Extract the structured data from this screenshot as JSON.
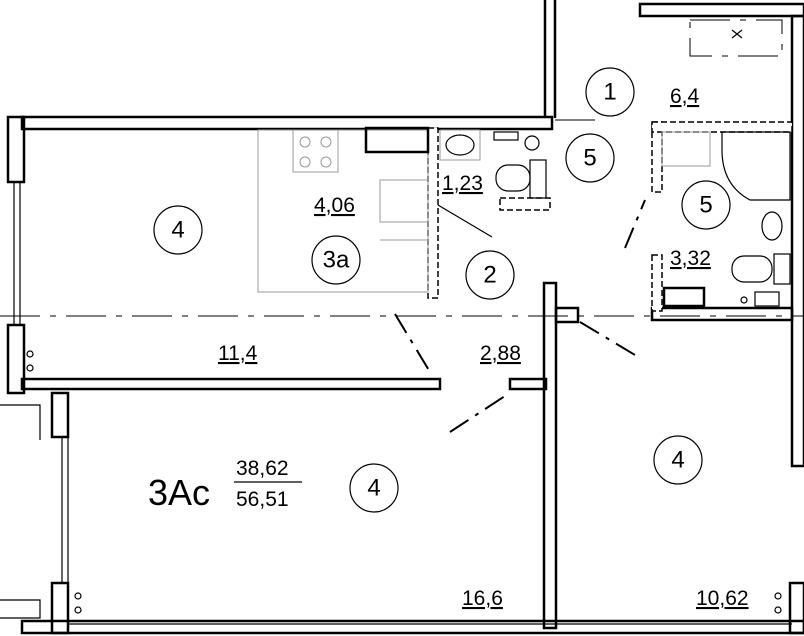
{
  "apartment": {
    "type_code": "3Ас",
    "living_area": "38,62",
    "total_area": "56,51"
  },
  "rooms": [
    {
      "id": "hall",
      "number": "1",
      "area": "6,4"
    },
    {
      "id": "corridor",
      "number": "2",
      "area": "2,88"
    },
    {
      "id": "kitchen-niche",
      "number": "3а",
      "area": "4,06"
    },
    {
      "id": "room-top-left",
      "number": "4",
      "area": "11,4"
    },
    {
      "id": "room-bottom-left",
      "number": "4",
      "area": "16,6"
    },
    {
      "id": "room-bottom-right",
      "number": "4",
      "area": "10,62"
    },
    {
      "id": "wc",
      "number": "5",
      "area": "1,23"
    },
    {
      "id": "bathroom",
      "number": "5",
      "area": "3,32"
    }
  ]
}
